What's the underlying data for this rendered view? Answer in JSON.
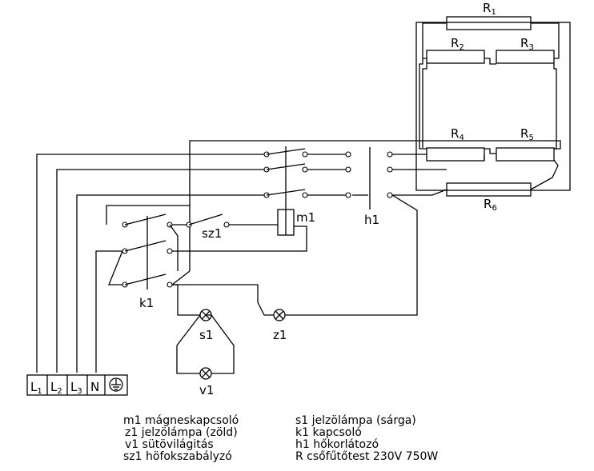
{
  "resistors": {
    "r1": {
      "main": "R",
      "sub": "1"
    },
    "r2": {
      "main": "R",
      "sub": "2"
    },
    "r3": {
      "main": "R",
      "sub": "3"
    },
    "r4": {
      "main": "R",
      "sub": "4"
    },
    "r5": {
      "main": "R",
      "sub": "5"
    },
    "r6": {
      "main": "R",
      "sub": "6"
    }
  },
  "components": {
    "m1": "m1",
    "h1": "h1",
    "k1": "k1",
    "sz1": "sz1",
    "s1": "s1",
    "z1": "z1",
    "v1": "v1"
  },
  "terminals": [
    {
      "main": "L",
      "sub": "1"
    },
    {
      "main": "L",
      "sub": "2"
    },
    {
      "main": "L",
      "sub": "3"
    },
    {
      "main": "N",
      "sub": ""
    }
  ],
  "legend": {
    "left": [
      "m1  mágneskapcsoló",
      "z1  jelzölámpa (zöld)",
      "v1  sütövilágitás",
      "sz1  höfokszabályzó"
    ],
    "right": [
      "s1 jelzölámpa (sárga)",
      "k1  kapcsoló",
      "h1  hőkorlátozó",
      "R csőfűtőtest 230V 750W"
    ]
  }
}
